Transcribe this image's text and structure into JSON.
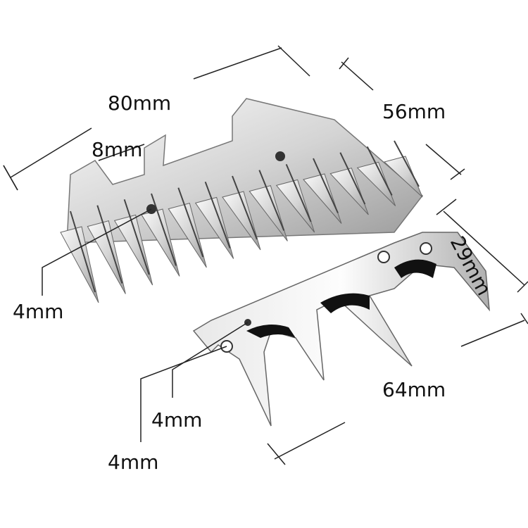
{
  "labels": {
    "comb_width": "80mm",
    "slot_width": "8mm",
    "comb_length": "56mm",
    "hole_diameter": "4mm",
    "cutter_height": "29mm",
    "cutter_width": "64mm",
    "cutter_hole_1": "4mm",
    "cutter_hole_2": "4mm"
  },
  "colors": {
    "metal_light": "#f2f2f2",
    "metal_mid": "#bdbdbd",
    "metal_dark": "#555555",
    "dimension_line": "#222222"
  }
}
